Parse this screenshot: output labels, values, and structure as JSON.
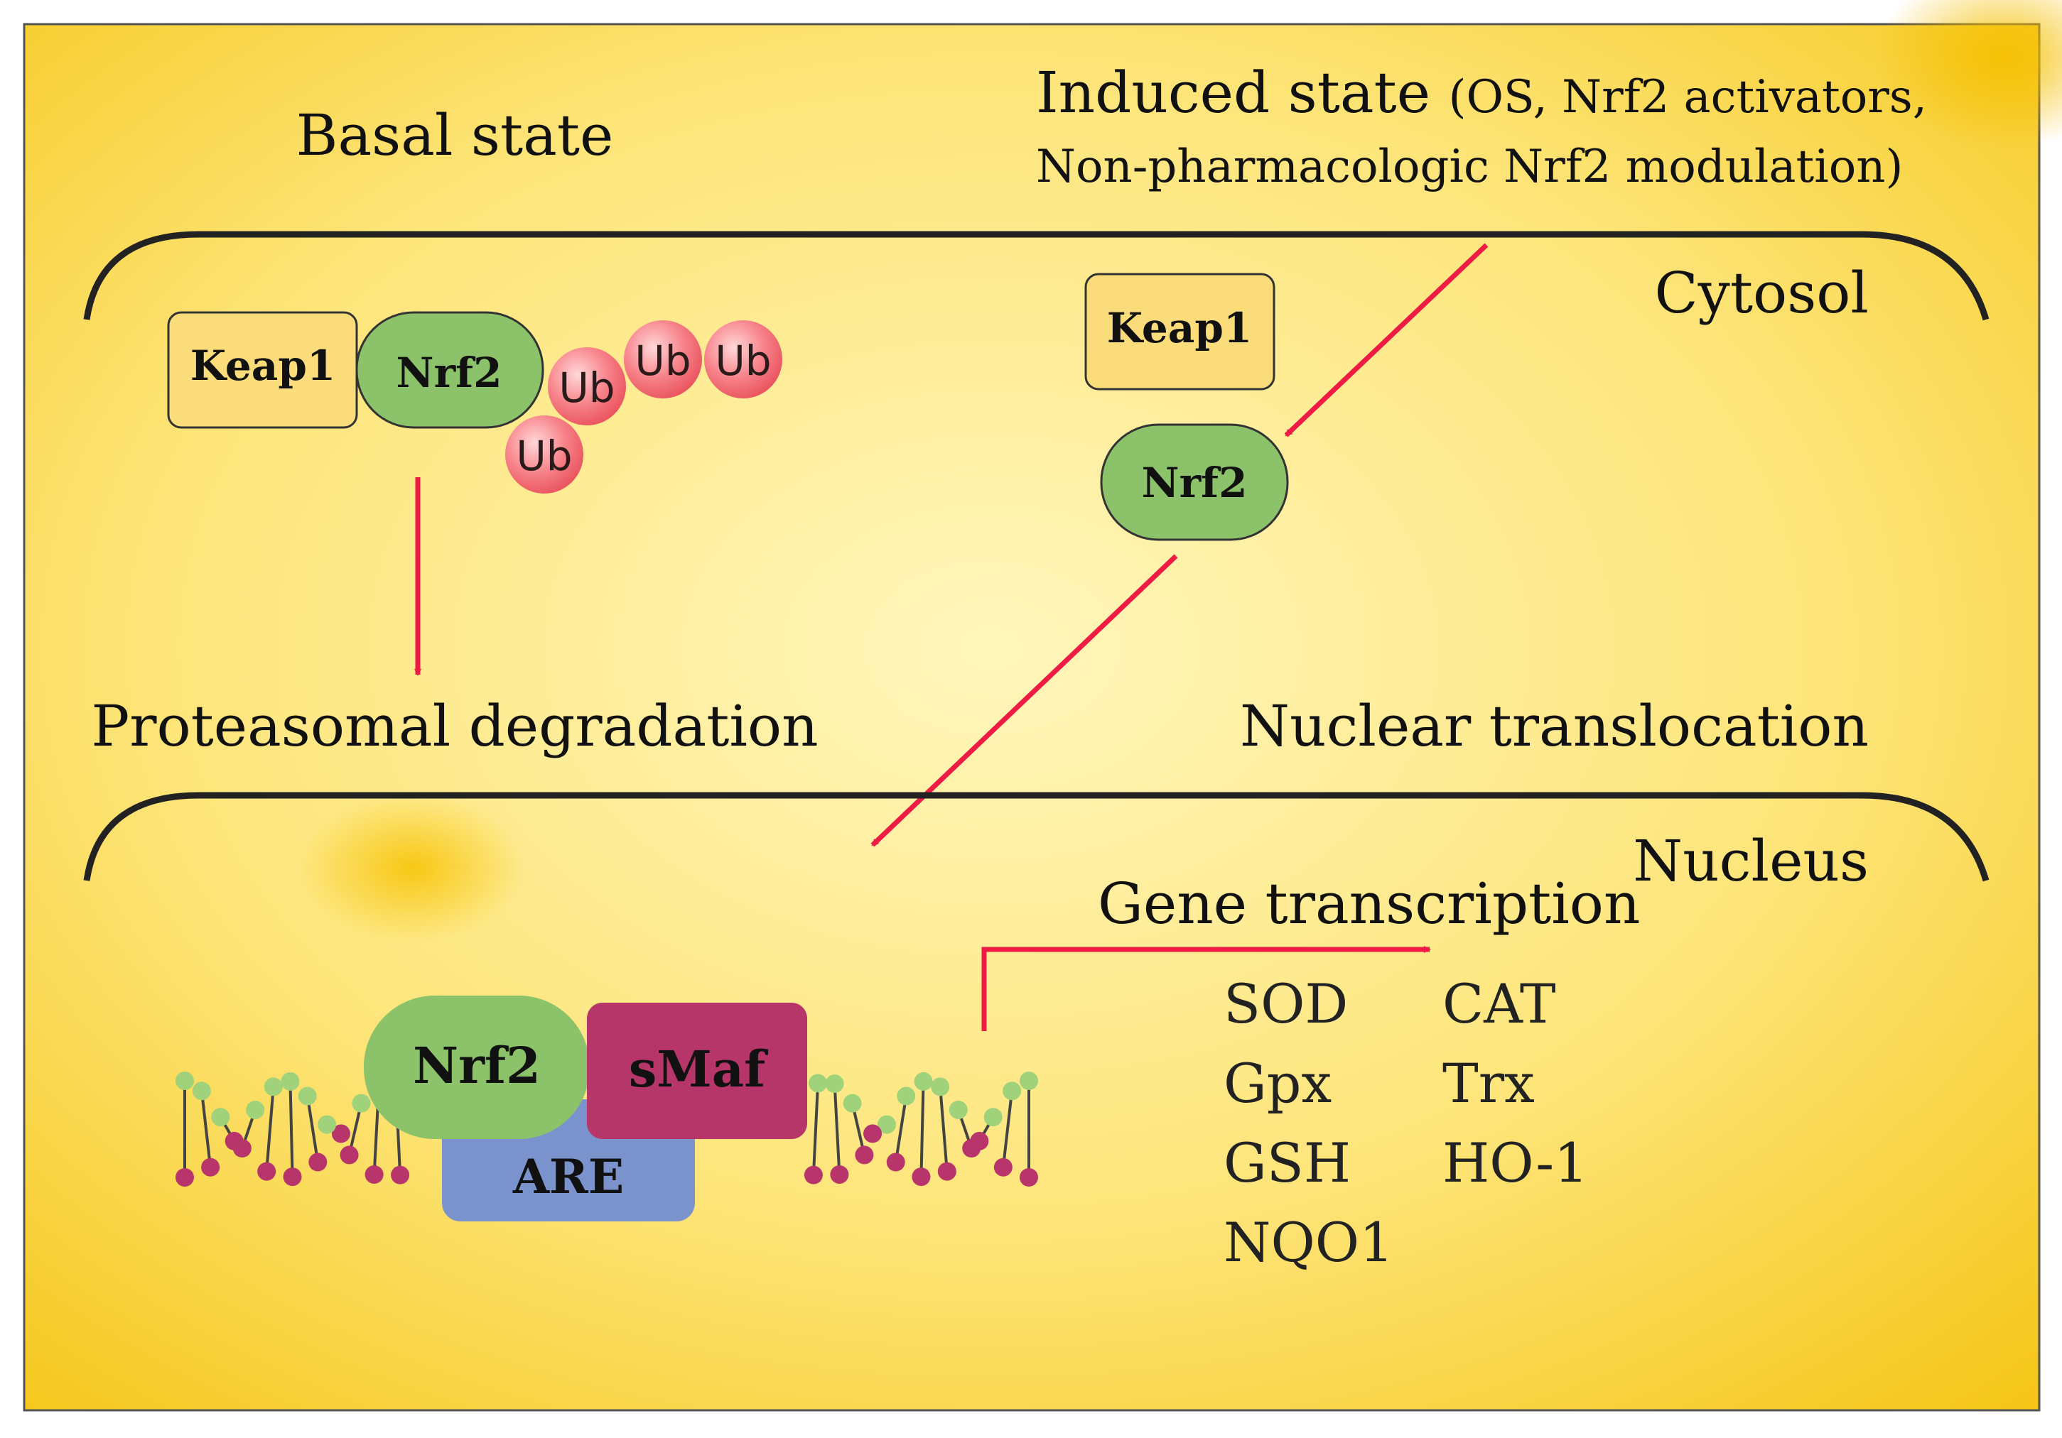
{
  "titles": {
    "basal": "Basal state",
    "induced": "Induced state",
    "induced_note_line1": "(OS, Nrf2 activators,",
    "induced_note_line2": "Non-pharmacologic Nrf2 modulation)"
  },
  "compartments": {
    "cytosol": "Cytosol",
    "nucleus": "Nucleus"
  },
  "proteins": {
    "keap1": "Keap1",
    "nrf2": "Nrf2",
    "ub": "Ub",
    "smaf": "sMaf",
    "are": "ARE"
  },
  "outcomes": {
    "proteasomal": "Proteasomal degradation",
    "nuclear": "Nuclear translocation",
    "gene": "Gene transcription"
  },
  "genes": {
    "sod": "SOD",
    "cat": "CAT",
    "gpx": "Gpx",
    "trx": "Trx",
    "gsh": "GSH",
    "ho1": "HO-1",
    "nqo1": "NQO1"
  },
  "colors": {
    "background_light": "#fff6b8",
    "background_dark": "#f7cd1a",
    "arrow": "#ee1c45",
    "keap1_fill": "#fbdc7a",
    "nrf2_fill": "#8cc26a",
    "ub_fill": "#f57d84",
    "smaf_fill": "#b7366a",
    "are_fill": "#7b93cc",
    "dna_green": "#9fd27a",
    "dna_magenta": "#b7356a"
  }
}
